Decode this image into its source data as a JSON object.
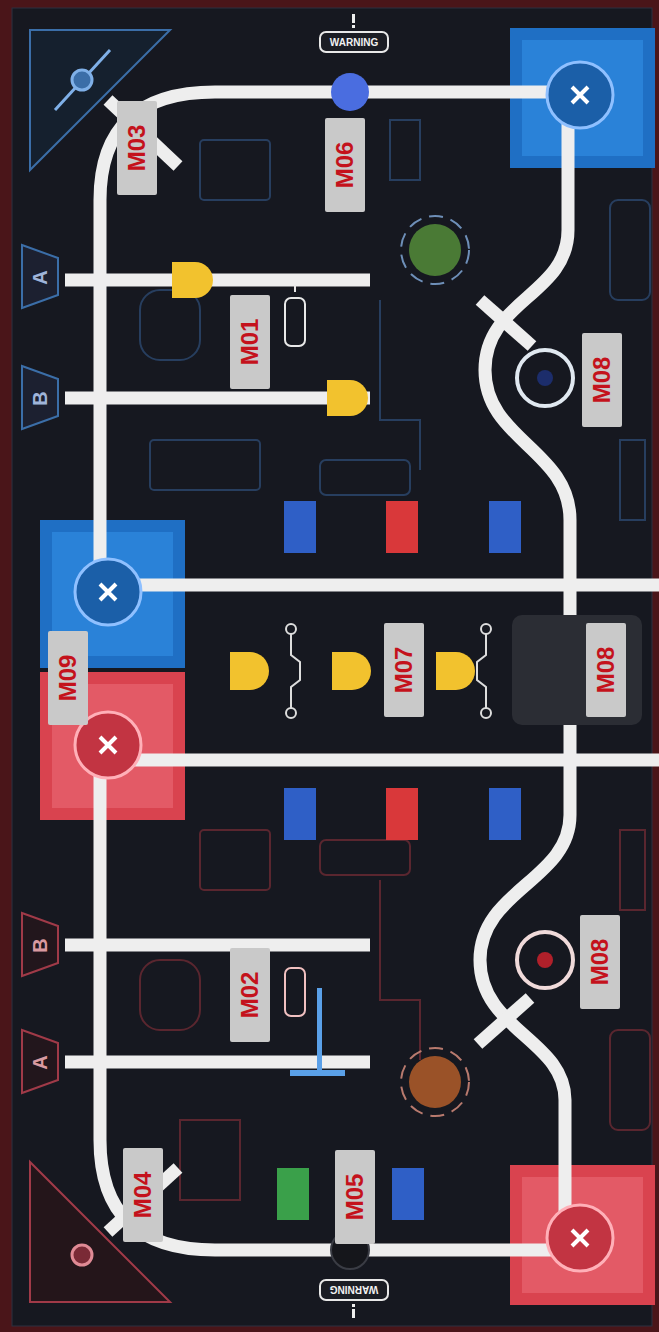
{
  "diagram": {
    "nodes": [
      {
        "text": [
          "WARNING"
        ]
      },
      {
        "text": [
          "M03"
        ]
      },
      {
        "text": [
          "M06"
        ]
      },
      {
        "text": [
          "M01"
        ]
      },
      {
        "text": [
          "M08"
        ]
      },
      {
        "text": [
          "M09"
        ]
      },
      {
        "text": [
          "M07"
        ]
      },
      {
        "text": [
          "M08"
        ]
      },
      {
        "text": [
          "M02"
        ]
      },
      {
        "text": [
          "M08"
        ]
      },
      {
        "text": [
          "M04"
        ]
      },
      {
        "text": [
          "M05"
        ]
      },
      {
        "text": [
          "WARNING"
        ]
      }
    ],
    "labels": [
      "A",
      "B",
      "B",
      "A"
    ]
  }
}
